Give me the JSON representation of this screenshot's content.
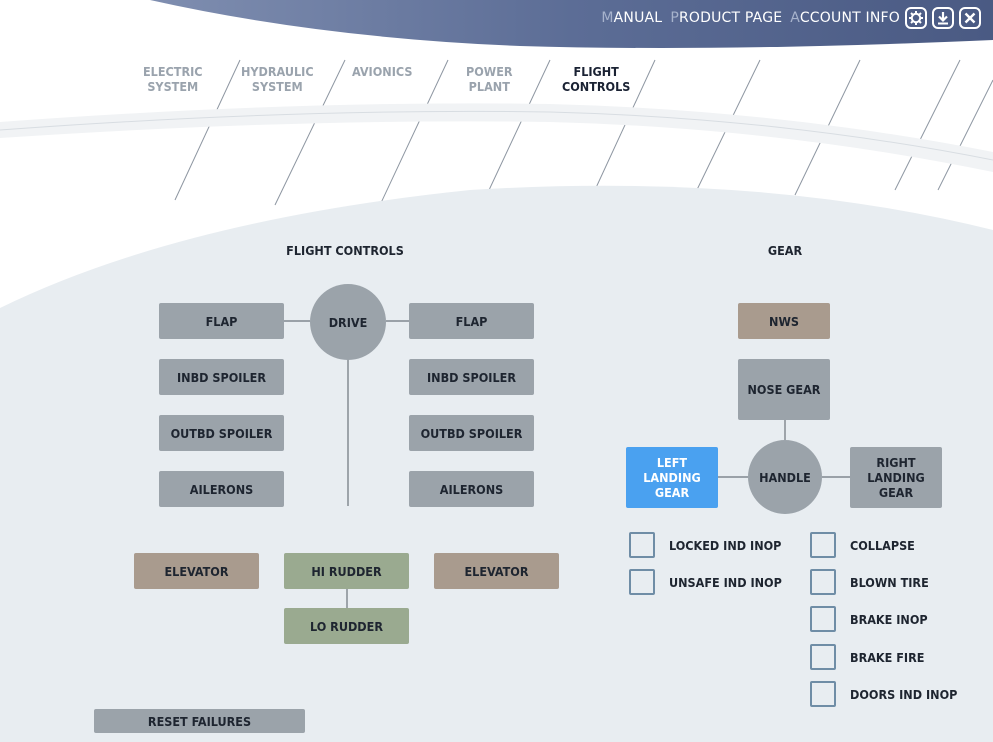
{
  "top_links": {
    "manual": "MANUAL",
    "product_page": "PRODUCT PAGE",
    "account_info": "ACCOUNT INFO"
  },
  "icons": [
    "gear-icon",
    "download-icon",
    "close-icon"
  ],
  "tabs": [
    {
      "line1": "ELECTRIC",
      "line2": "SYSTEM",
      "active": false
    },
    {
      "line1": "HYDRAULIC",
      "line2": "SYSTEM",
      "active": false
    },
    {
      "line1": "AVIONICS",
      "line2": "",
      "active": false
    },
    {
      "line1": "POWER",
      "line2": "PLANT",
      "active": false
    },
    {
      "line1": "FLIGHT",
      "line2": "CONTROLS",
      "active": true
    }
  ],
  "flight_controls": {
    "title": "FLIGHT CONTROLS",
    "drive": "DRIVE",
    "left": [
      "FLAP",
      "INBD SPOILER",
      "OUTBD SPOILER",
      "AILERONS"
    ],
    "right": [
      "FLAP",
      "INBD SPOILER",
      "OUTBD SPOILER",
      "AILERONS"
    ],
    "elevator_left": "ELEVATOR",
    "elevator_right": "ELEVATOR",
    "hi_rudder": "HI RUDDER",
    "lo_rudder": "LO RUDDER"
  },
  "gear": {
    "title": "GEAR",
    "nws": "NWS",
    "nose_gear": "NOSE GEAR",
    "handle": "HANDLE",
    "left_landing_gear": [
      "LEFT",
      "LANDING",
      "GEAR"
    ],
    "right_landing_gear": [
      "RIGHT",
      "LANDING",
      "GEAR"
    ],
    "checkboxes_left": [
      "LOCKED IND INOP",
      "UNSAFE IND INOP"
    ],
    "checkboxes_right": [
      "COLLAPSE",
      "BLOWN TIRE",
      "BRAKE INOP",
      "BRAKE FIRE",
      "DOORS IND INOP"
    ]
  },
  "reset_failures": "RESET FAILURES",
  "colors": {
    "header": "#5a6b94",
    "panel": "#e8edf1",
    "gray_button": "#9ba3aa",
    "brown_button": "#a99b8e",
    "green_button": "#9aaa90",
    "active_blue": "#4aa1f0"
  }
}
